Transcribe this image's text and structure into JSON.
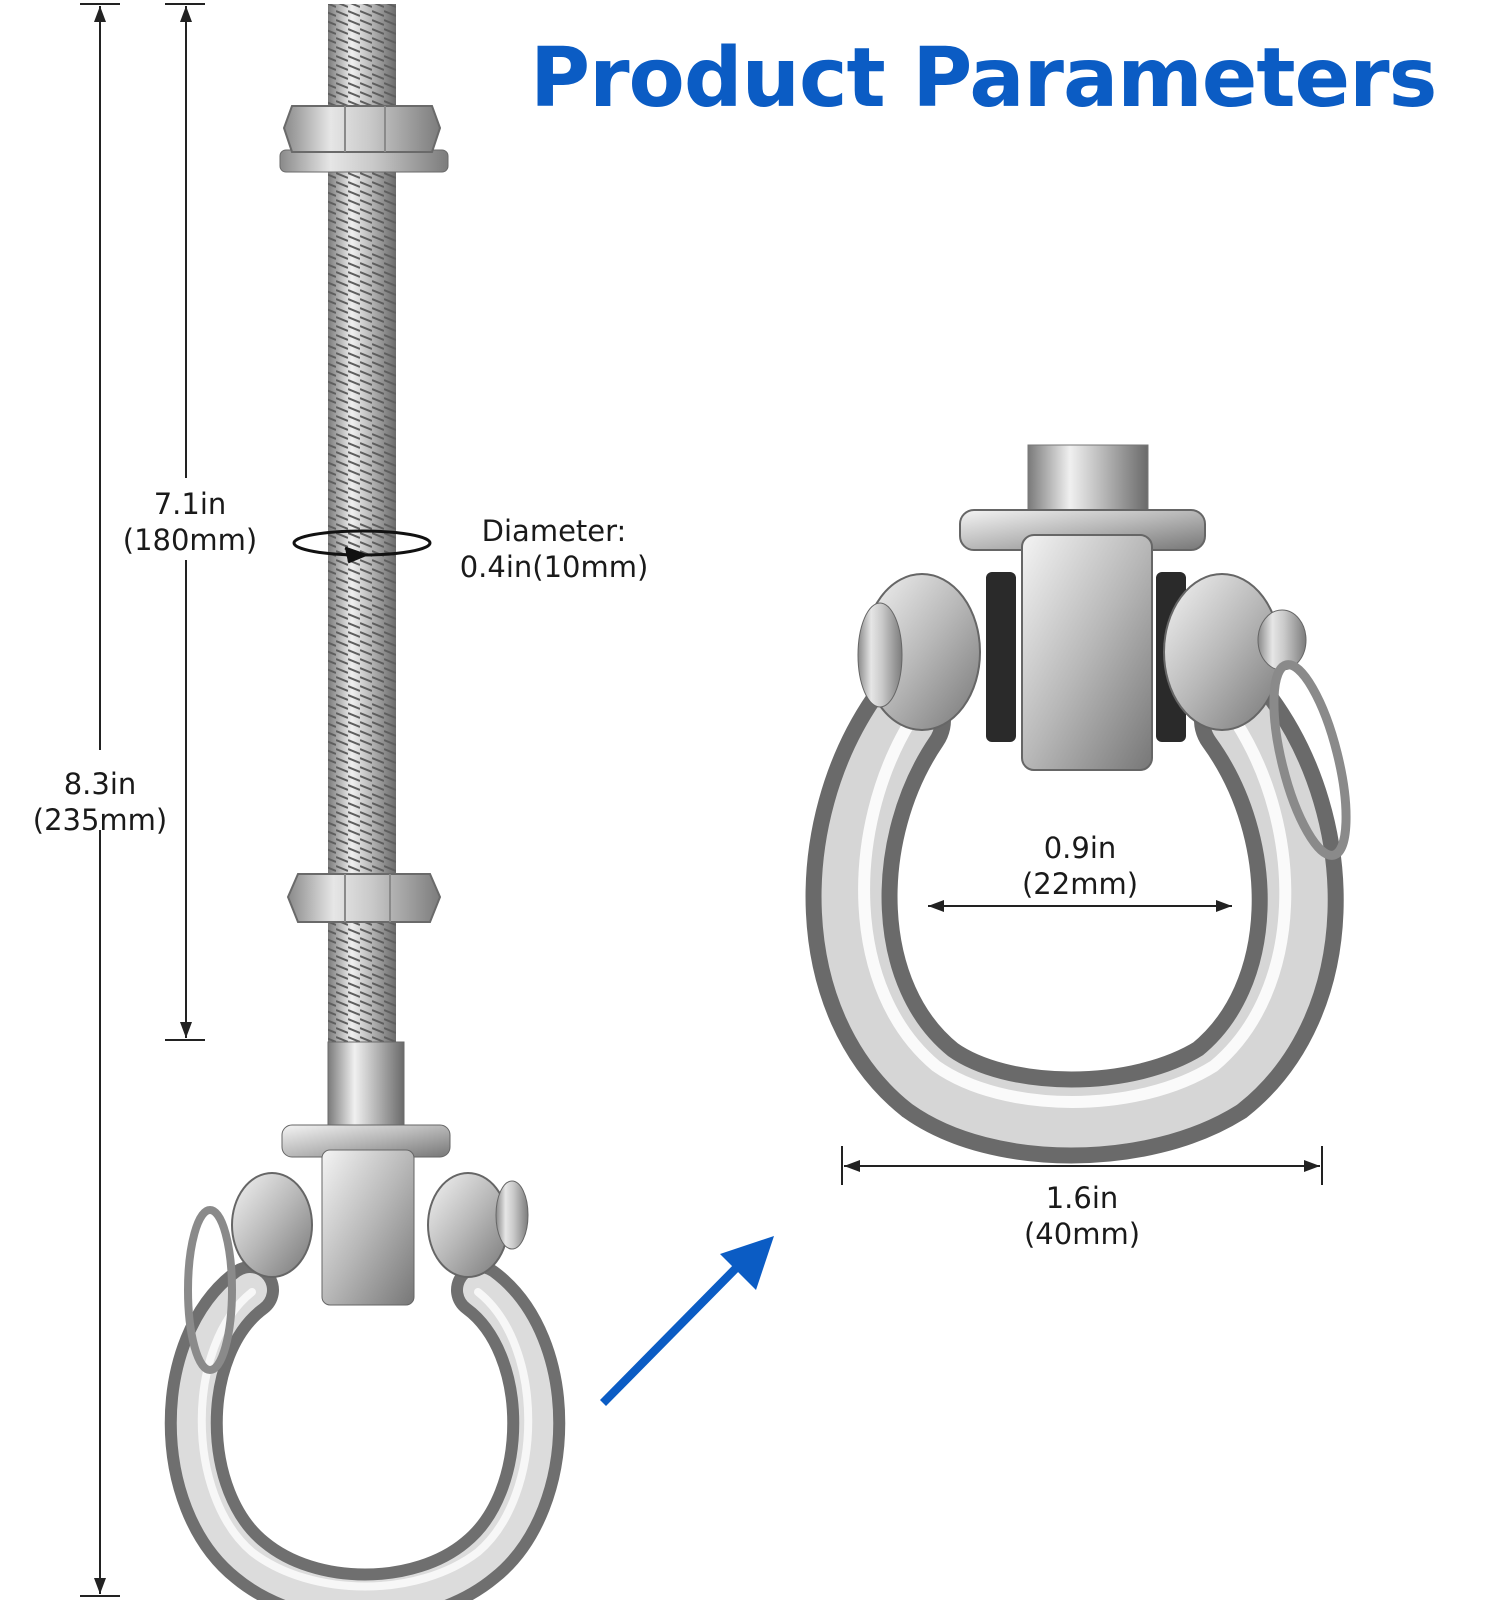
{
  "title": "Product Parameters",
  "colors": {
    "title": "#0b5cc4",
    "arrow": "#0b5cc4",
    "metal_light": "#f2f2f2",
    "metal_mid": "#bdbdbd",
    "metal_dark": "#6e6e6e",
    "dimension_line": "#222222"
  },
  "dimensions": {
    "total_length": {
      "inch": "8.3in",
      "mm": "(235mm)"
    },
    "thread_length": {
      "inch": "7.1in",
      "mm": "(180mm)"
    },
    "diameter": {
      "label": "Diameter:",
      "value": "0.4in(10mm)"
    },
    "inner_width": {
      "inch": "0.9in",
      "mm": "(22mm)"
    },
    "outer_width": {
      "inch": "1.6in",
      "mm": "(40mm)"
    }
  },
  "icons": [
    "rotation-arrow-icon",
    "zoom-arrow-icon"
  ]
}
